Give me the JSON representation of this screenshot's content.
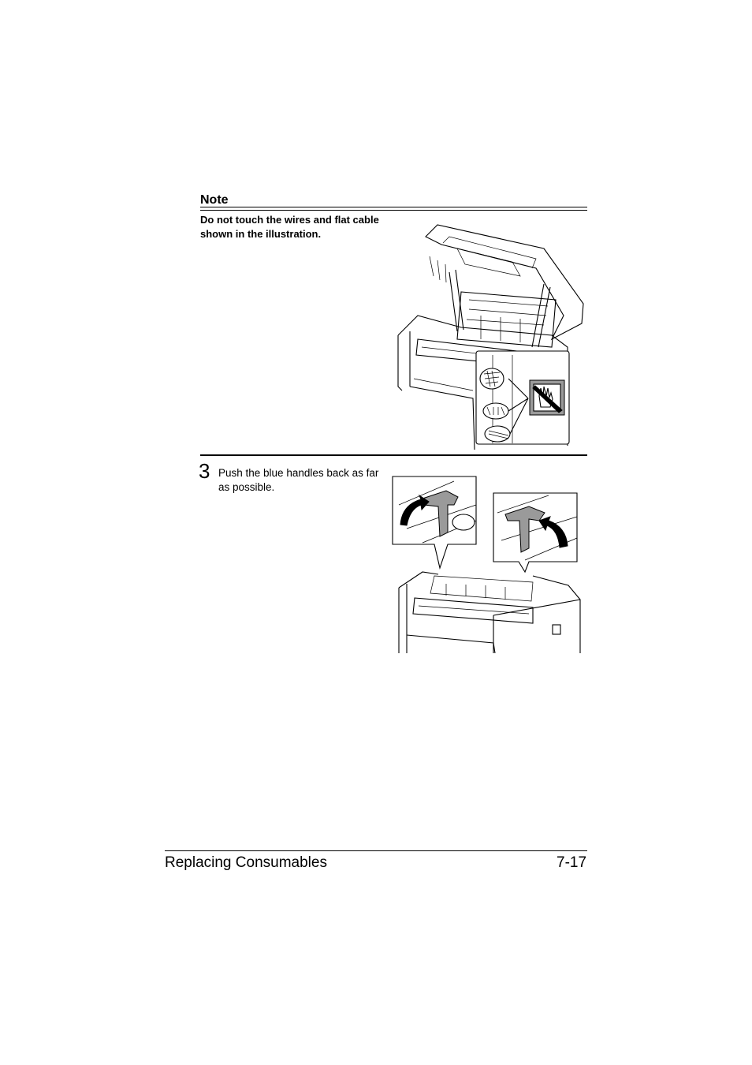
{
  "note": {
    "heading": "Note",
    "text": "Do not touch the wires and flat cable shown in the illustration."
  },
  "step": {
    "number": "3",
    "text": "Push the blue handles back as far as possible."
  },
  "footer": {
    "section": "Replacing Consumables",
    "page": "7-17"
  }
}
